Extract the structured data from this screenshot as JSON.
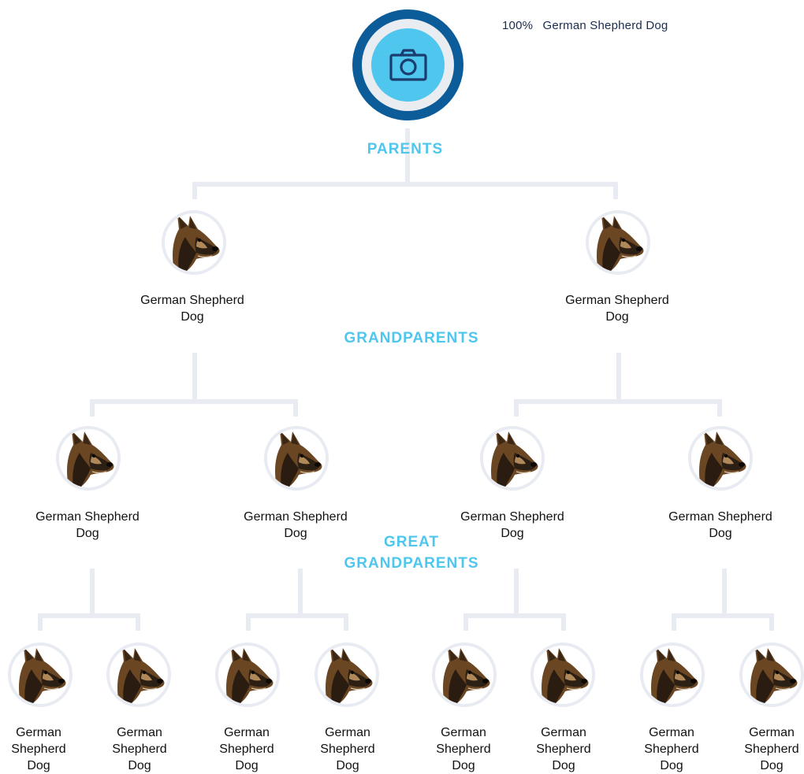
{
  "subject": {
    "avatar_icon": "camera-icon",
    "breakdown": [
      {
        "percent": "100%",
        "breed": "German Shepherd Dog"
      }
    ]
  },
  "generations": {
    "parents_title": "PARENTS",
    "grandparents_title": "GRANDPARENTS",
    "great_grandparents_title": "GREAT GRANDPARENTS"
  },
  "parents": [
    {
      "label": "German Shepherd Dog"
    },
    {
      "label": "German Shepherd Dog"
    }
  ],
  "grandparents": [
    {
      "label": "German Shepherd Dog"
    },
    {
      "label": "German Shepherd Dog"
    },
    {
      "label": "German Shepherd Dog"
    },
    {
      "label": "German Shepherd Dog"
    }
  ],
  "great_grandparents": [
    {
      "label": "German Shepherd Dog"
    },
    {
      "label": "German Shepherd Dog"
    },
    {
      "label": "German Shepherd Dog"
    },
    {
      "label": "German Shepherd Dog"
    },
    {
      "label": "German Shepherd Dog"
    },
    {
      "label": "German Shepherd Dog"
    },
    {
      "label": "German Shepherd Dog"
    },
    {
      "label": "German Shepherd Dog"
    }
  ],
  "colors": {
    "primary_ring": "#0b5c98",
    "accent": "#4ec6ed",
    "connector": "#e8ebf1",
    "breed_text": "#1a2c4e"
  }
}
